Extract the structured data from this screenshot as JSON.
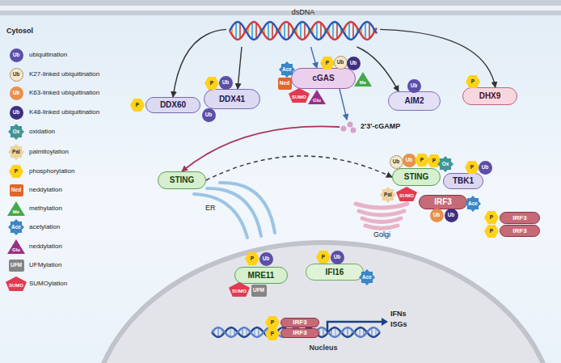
{
  "diagram": {
    "nodes": [
      {
        "text": [
          "dsDNA"
        ]
      },
      {
        "text": [
          "DDX60"
        ]
      },
      {
        "text": [
          "DDX41"
        ]
      },
      {
        "text": [
          "cGAS"
        ]
      },
      {
        "text": [
          "AIM2"
        ]
      },
      {
        "text": [
          "DHX9"
        ]
      },
      {
        "text": [
          "2'3'-cGAMP"
        ]
      },
      {
        "text": [
          "STING"
        ]
      },
      {
        "text": [
          "STING"
        ]
      },
      {
        "text": [
          "TBK1"
        ]
      },
      {
        "text": [
          "IRF3"
        ]
      },
      {
        "text": [
          "IRF3"
        ]
      },
      {
        "text": [
          "IRF3"
        ]
      },
      {
        "text": [
          "Nucleus"
        ]
      },
      {
        "text": [
          "MRE11"
        ],
        "in": 13
      },
      {
        "text": [
          "IFI16"
        ],
        "in": 13
      },
      {
        "text": [
          "IRF3"
        ],
        "in": 13
      },
      {
        "text": [
          "IRF3"
        ],
        "in": 13
      }
    ],
    "edges": [
      {
        "from": 0,
        "to": 1,
        "arrow": "to"
      },
      {
        "from": 0,
        "to": 2,
        "arrow": "to"
      },
      {
        "from": 0,
        "to": 3,
        "arrow": "to"
      },
      {
        "from": 0,
        "to": 4,
        "arrow": "to"
      },
      {
        "from": 0,
        "to": 5,
        "arrow": "to"
      },
      {
        "from": 3,
        "to": 6,
        "arrow": "to"
      },
      {
        "from": 6,
        "to": 7,
        "arrow": "to"
      },
      {
        "from": 7,
        "to": 8,
        "arrow": "to"
      }
    ],
    "labels": [
      "Ub",
      "Ub",
      "Ub",
      "Ub",
      "Ox",
      "Pal",
      "P",
      "Ned",
      "Me",
      "Ace",
      "Glu",
      "UFM",
      "SUMO",
      "Cytosol",
      "P",
      "P",
      "Ub",
      "Ub",
      "P",
      "Ub",
      "Ub",
      "Ace",
      "Ned",
      "Me",
      "SUMO",
      "Glu",
      "Ub",
      "P",
      "Ub",
      "Ub",
      "P",
      "P",
      "Ox",
      "Pal",
      "SUMO",
      "P",
      "Ub",
      "Ub",
      "Ub",
      "Ace",
      "P",
      "P",
      "P",
      "Ub",
      "SUMO",
      "UFM",
      "P",
      "Ub",
      "Ace",
      "P",
      "P",
      "ER",
      "Golgi",
      "IFNs",
      "ISGs"
    ],
    "legend": [
      {
        "text": "ubiquitination"
      },
      {
        "text": "K27-linked ubiquitination"
      },
      {
        "text": "K63-linked  ubiquitination"
      },
      {
        "text": "K48-linked ubiquitination"
      },
      {
        "text": "oxidation"
      },
      {
        "text": "palmitoylation"
      },
      {
        "text": "phosphorylation"
      },
      {
        "text": "neddylation"
      },
      {
        "text": "methylation"
      },
      {
        "text": "acetylation"
      },
      {
        "text": "neddylation"
      },
      {
        "text": "UFMylation"
      },
      {
        "text": "SUMOylation"
      }
    ]
  }
}
